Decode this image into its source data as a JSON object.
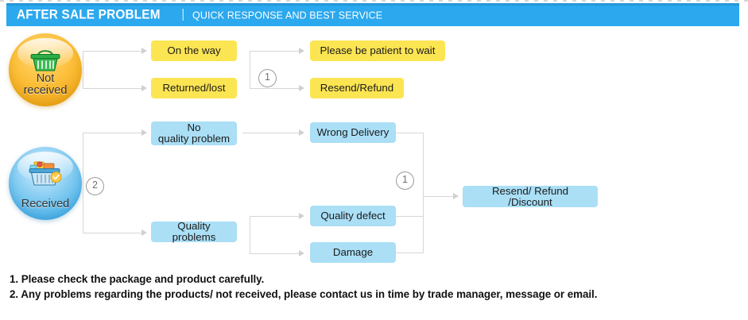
{
  "header": {
    "title": "AFTER SALE PROBLEM",
    "separator": "|",
    "subtitle": "QUICK RESPONSE AND BEST SERVICE",
    "bar_color": "#2ba8ee",
    "text_color": "#ffffff"
  },
  "palette": {
    "yellow_node": "#fce552",
    "blue_node": "#aadff6",
    "connector": "#d6d6d6",
    "marker_border": "#9a9a9a",
    "badge_orange": "#fcbf3a",
    "badge_blue": "#4fb4e8",
    "note_text": "#111111"
  },
  "badges": [
    {
      "id": "not-received",
      "label": "Not received",
      "label_line1": "Not",
      "label_line2": "received",
      "icon": "shopping-basket-empty-icon",
      "color": "#fcbf3a"
    },
    {
      "id": "received",
      "label": "Received",
      "label_line1": "Received",
      "label_line2": "",
      "icon": "shopping-basket-full-icon",
      "color": "#4fb4e8"
    }
  ],
  "branches": {
    "not_received": {
      "stage1": [
        {
          "id": "on-the-way",
          "label": "On the way",
          "style": "yellow"
        },
        {
          "id": "returned-lost",
          "label": "Returned/lost",
          "style": "yellow"
        }
      ],
      "marker": "1",
      "stage2": [
        {
          "id": "please-be-patient",
          "label": "Please be patient to wait",
          "style": "yellow"
        },
        {
          "id": "resend-refund",
          "label": "Resend/Refund",
          "style": "yellow"
        }
      ]
    },
    "received": {
      "marker": "2",
      "stage1": [
        {
          "id": "no-quality-problem",
          "label": "No quality problem",
          "label_line1": "No",
          "label_line2": "quality problem",
          "style": "blue"
        },
        {
          "id": "quality-problems",
          "label": "Quality problems",
          "style": "blue"
        }
      ],
      "stage2": [
        {
          "id": "wrong-delivery",
          "label": "Wrong Delivery",
          "style": "blue"
        },
        {
          "id": "quality-defect",
          "label": "Quality defect",
          "style": "blue"
        },
        {
          "id": "damage",
          "label": "Damage",
          "style": "blue"
        }
      ],
      "marker2": "1",
      "outcome": {
        "id": "resend-refund-discount",
        "label": "Resend/ Refund /Discount",
        "style": "blue"
      }
    }
  },
  "notes": [
    "1. Please check the package and product carefully.",
    "2. Any problems regarding the products/ not received, please contact us in time by trade manager, message or email."
  ]
}
